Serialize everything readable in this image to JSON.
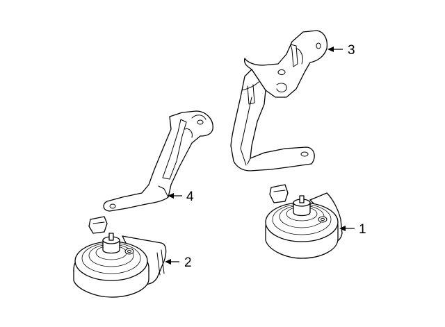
{
  "callouts": [
    {
      "id": "callout-1",
      "label": "1"
    },
    {
      "id": "callout-2",
      "label": "2"
    },
    {
      "id": "callout-3",
      "label": "3"
    },
    {
      "id": "callout-4",
      "label": "4"
    }
  ],
  "colors": {
    "line": "#000000",
    "background": "#ffffff"
  }
}
